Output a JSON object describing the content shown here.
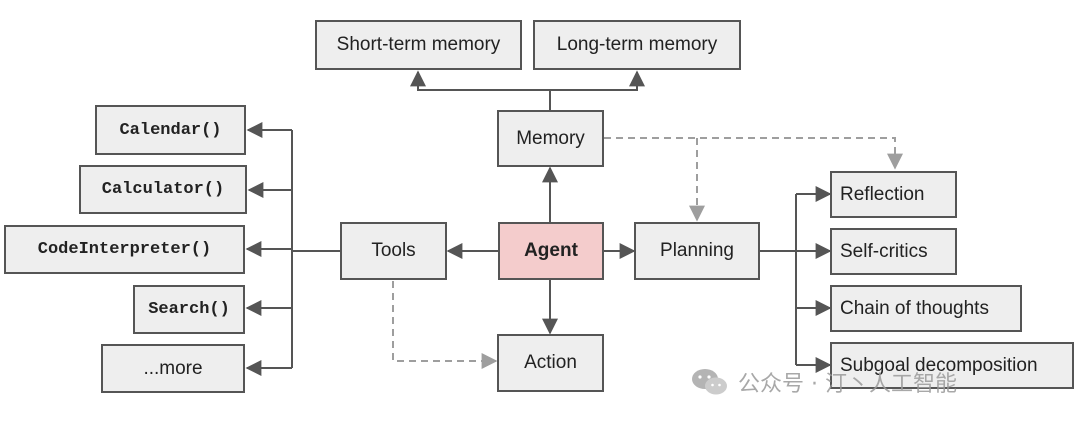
{
  "nodes": {
    "short_term_memory": "Short-term memory",
    "long_term_memory": "Long-term memory",
    "memory": "Memory",
    "agent": "Agent",
    "tools": "Tools",
    "planning": "Planning",
    "action": "Action",
    "calendar": "Calendar()",
    "calculator": "Calculator()",
    "code_interpreter": "CodeInterpreter()",
    "search": "Search()",
    "more": "...more",
    "reflection": "Reflection",
    "self_critics": "Self-critics",
    "chain_of_thoughts": "Chain of thoughts",
    "subgoal_decomposition": "Subgoal decomposition"
  },
  "watermark": {
    "icon": "wechat-icon",
    "text": "公众号 · 汀丶人工智能"
  },
  "colors": {
    "box_fill": "#eeeeee",
    "box_border": "#555555",
    "agent_fill": "#f4cccc",
    "line_solid": "#555555",
    "line_dashed": "#9e9e9e"
  }
}
